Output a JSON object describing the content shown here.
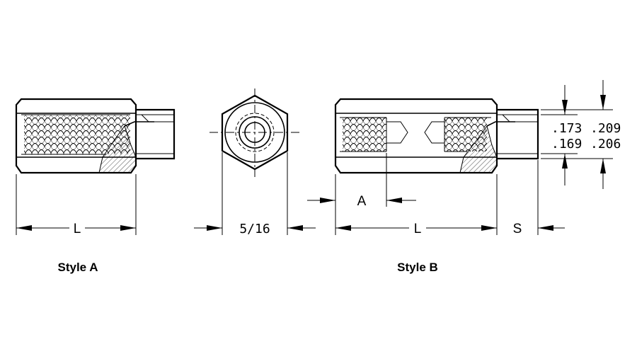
{
  "labels": {
    "style_a": "Style A",
    "style_b": "Style B",
    "dim_l_a": "L",
    "dim_hex": "5/16",
    "dim_a": "A",
    "dim_l_b": "L",
    "dim_s": "S",
    "dia_minor_max": ".173",
    "dia_minor_min": ".169",
    "dia_major_max": ".209",
    "dia_major_min": ".206"
  }
}
